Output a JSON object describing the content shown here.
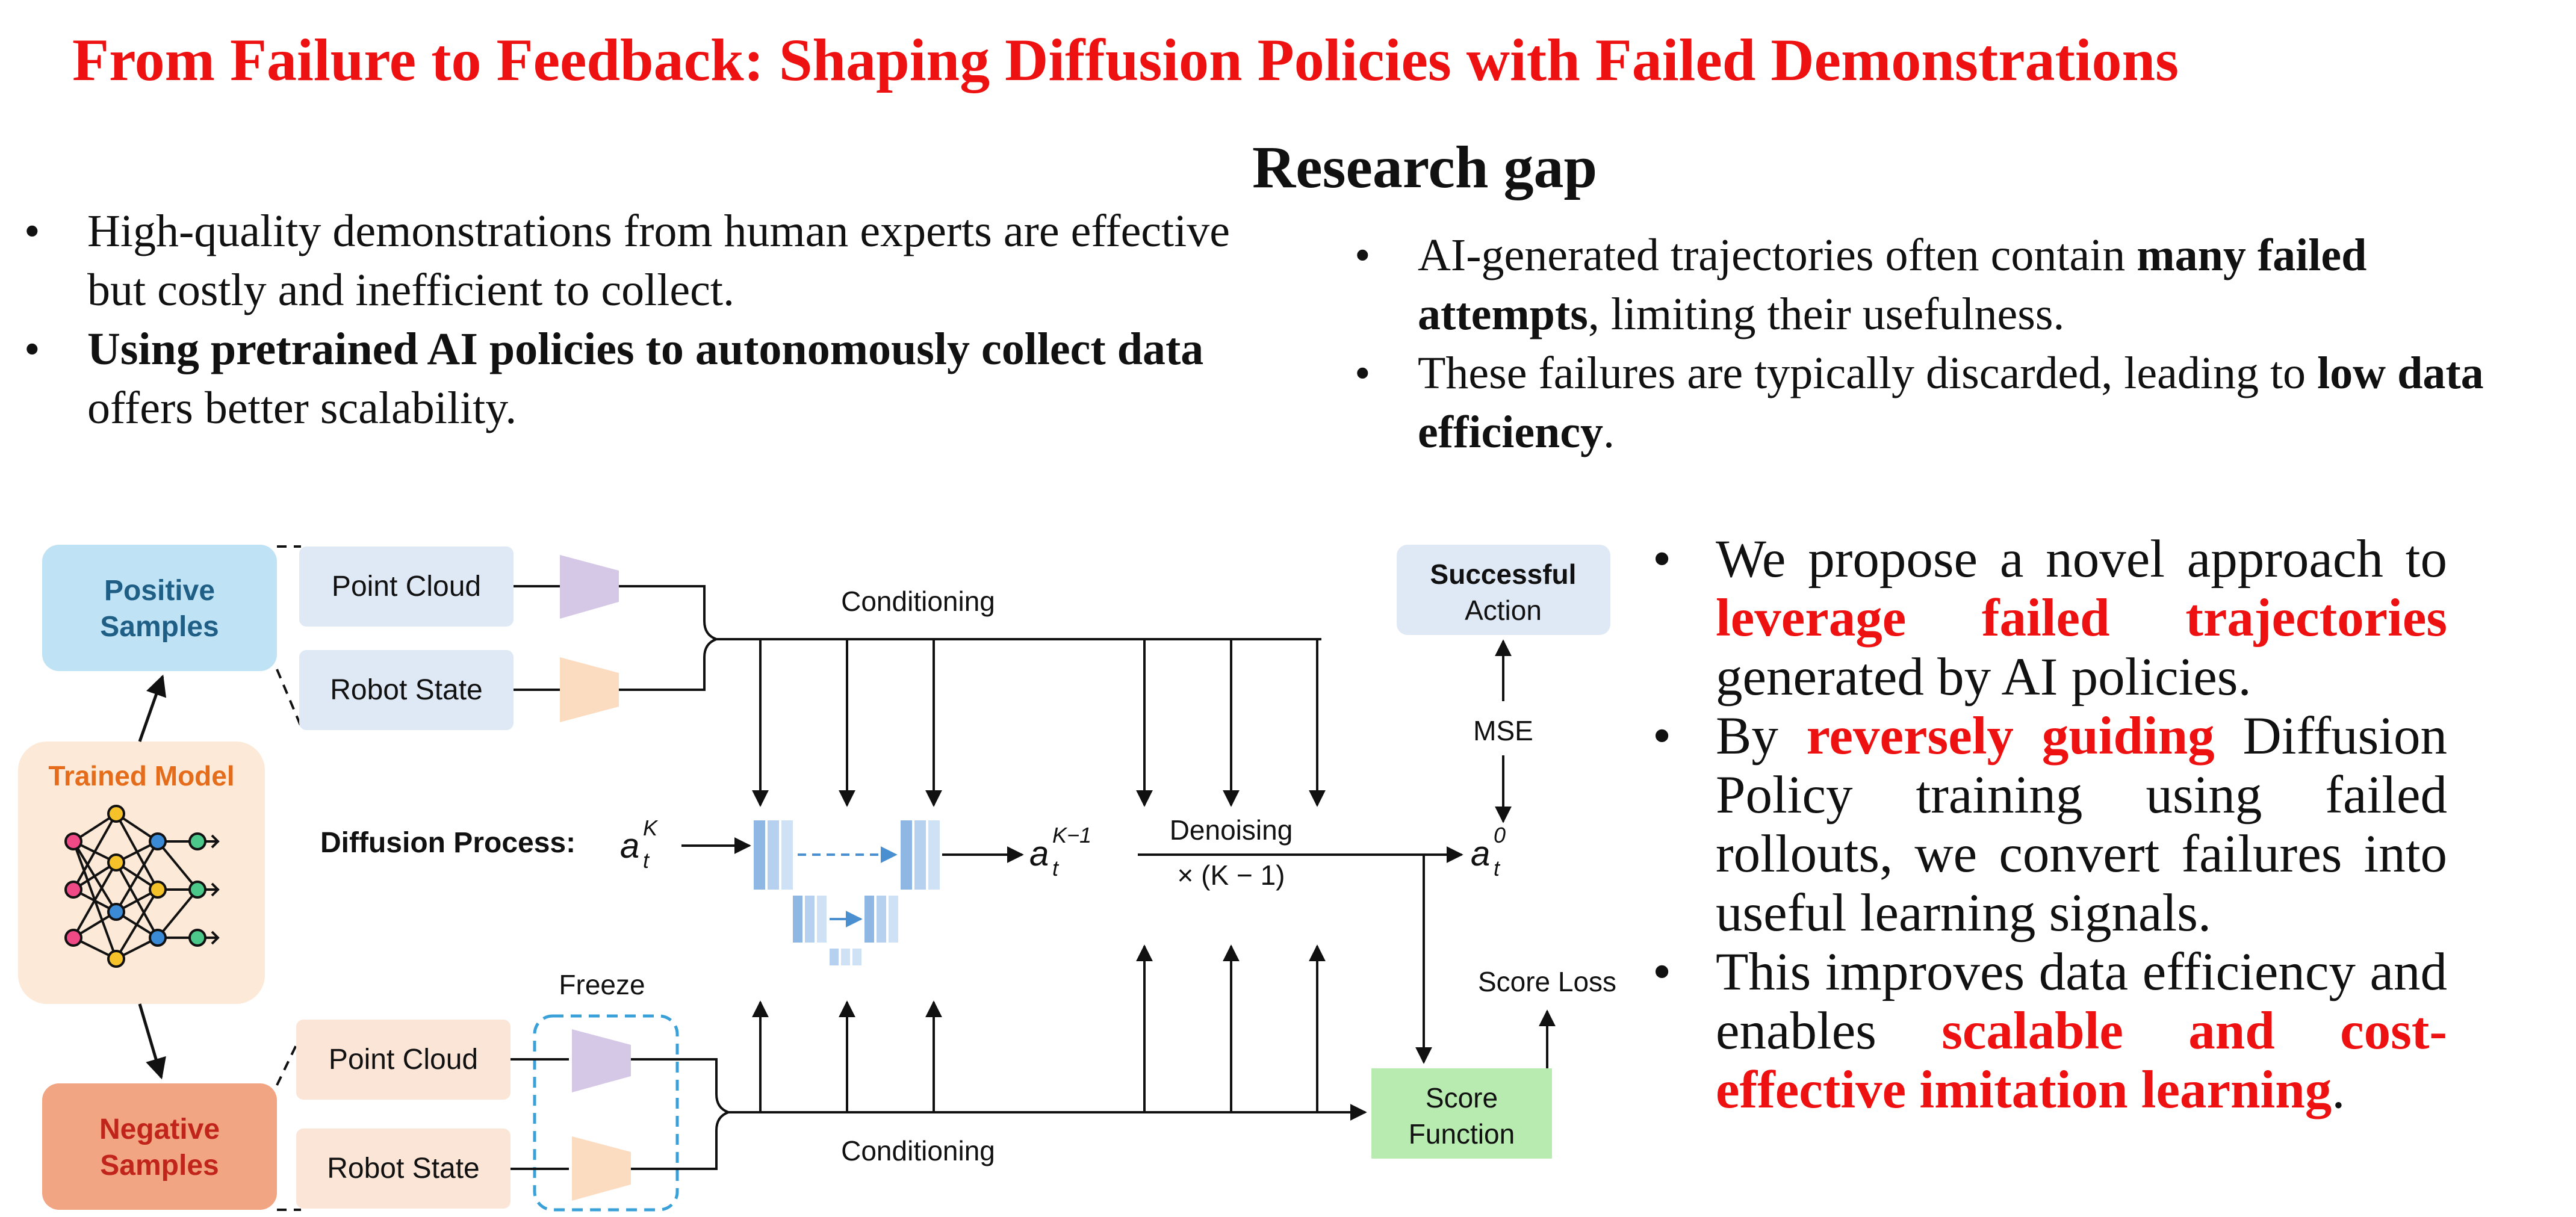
{
  "title": "From Failure to Feedback: Shaping Diffusion Policies with Failed Demonstrations",
  "research_gap": {
    "heading": "Research gap",
    "left_bullets": [
      {
        "parts": [
          {
            "text": "High-quality demonstrations from human experts are effective but costly and inefficient to collect."
          }
        ]
      },
      {
        "parts": [
          {
            "text": "Using pretrained AI policies to autonomously collect data",
            "style": "bold"
          },
          {
            "text": " offers better scalability."
          }
        ]
      }
    ],
    "right_bullets": [
      {
        "parts": [
          {
            "text": "AI-generated trajectories often contain "
          },
          {
            "text": "many failed attempts",
            "style": "bold"
          },
          {
            "text": ", limiting their usefulness."
          }
        ]
      },
      {
        "parts": [
          {
            "text": "These failures are typically discarded, leading to "
          },
          {
            "text": "low data efficiency",
            "style": "bold"
          },
          {
            "text": "."
          }
        ]
      }
    ]
  },
  "contribution_bullets": [
    {
      "parts": [
        {
          "text": "We propose a novel approach to "
        },
        {
          "text": "leverage failed trajectories",
          "style": "red"
        },
        {
          "text": " generated by AI policies."
        }
      ]
    },
    {
      "parts": [
        {
          "text": "By "
        },
        {
          "text": "reversely guiding",
          "style": "red"
        },
        {
          "text": " Diffusion Policy training using failed rollouts, we convert failures into useful learning signals."
        }
      ]
    },
    {
      "parts": [
        {
          "text": "This improves data efficiency and enables "
        },
        {
          "text": "scalable and cost-effective imitation learning",
          "style": "red"
        },
        {
          "text": "."
        }
      ]
    }
  ],
  "diagram": {
    "positive_samples": [
      "Positive",
      "Samples"
    ],
    "negative_samples": [
      "Negative",
      "Samples"
    ],
    "trained_model": "Trained Model",
    "point_cloud": "Point Cloud",
    "robot_state": "Robot State",
    "conditioning_top": "Conditioning",
    "conditioning_bottom": "Conditioning",
    "freeze": "Freeze",
    "diffusion_process": "Diffusion Process:",
    "denoising": "Denoising",
    "denoising_factor": "× (K − 1)",
    "a_symbol": "a",
    "sub_t": "t",
    "sup_k": "K",
    "sup_k_minus_1": "K−1",
    "sup_zero": "0",
    "successful": "Successful",
    "action": "Action",
    "mse": "MSE",
    "score_loss": "Score Loss",
    "score_function": [
      "Score",
      "Function"
    ]
  },
  "colors": {
    "title_red": "#ee1111",
    "positive_fill": "#bfe3f5",
    "positive_text": "#1f5f86",
    "negative_fill": "#f1a583",
    "negative_text": "#c0241b",
    "input_top_fill": "#dfe9f5",
    "input_bottom_fill": "#fbe5d6",
    "trained_fill": "#fde9d7",
    "trained_text": "#e46c1a",
    "score_fill": "#b8ebb0",
    "success_fill": "#dfe9f5",
    "point_encoder": "#d4c8e6",
    "state_encoder": "#fbdcc0",
    "freeze_border": "#3aa0d8"
  }
}
